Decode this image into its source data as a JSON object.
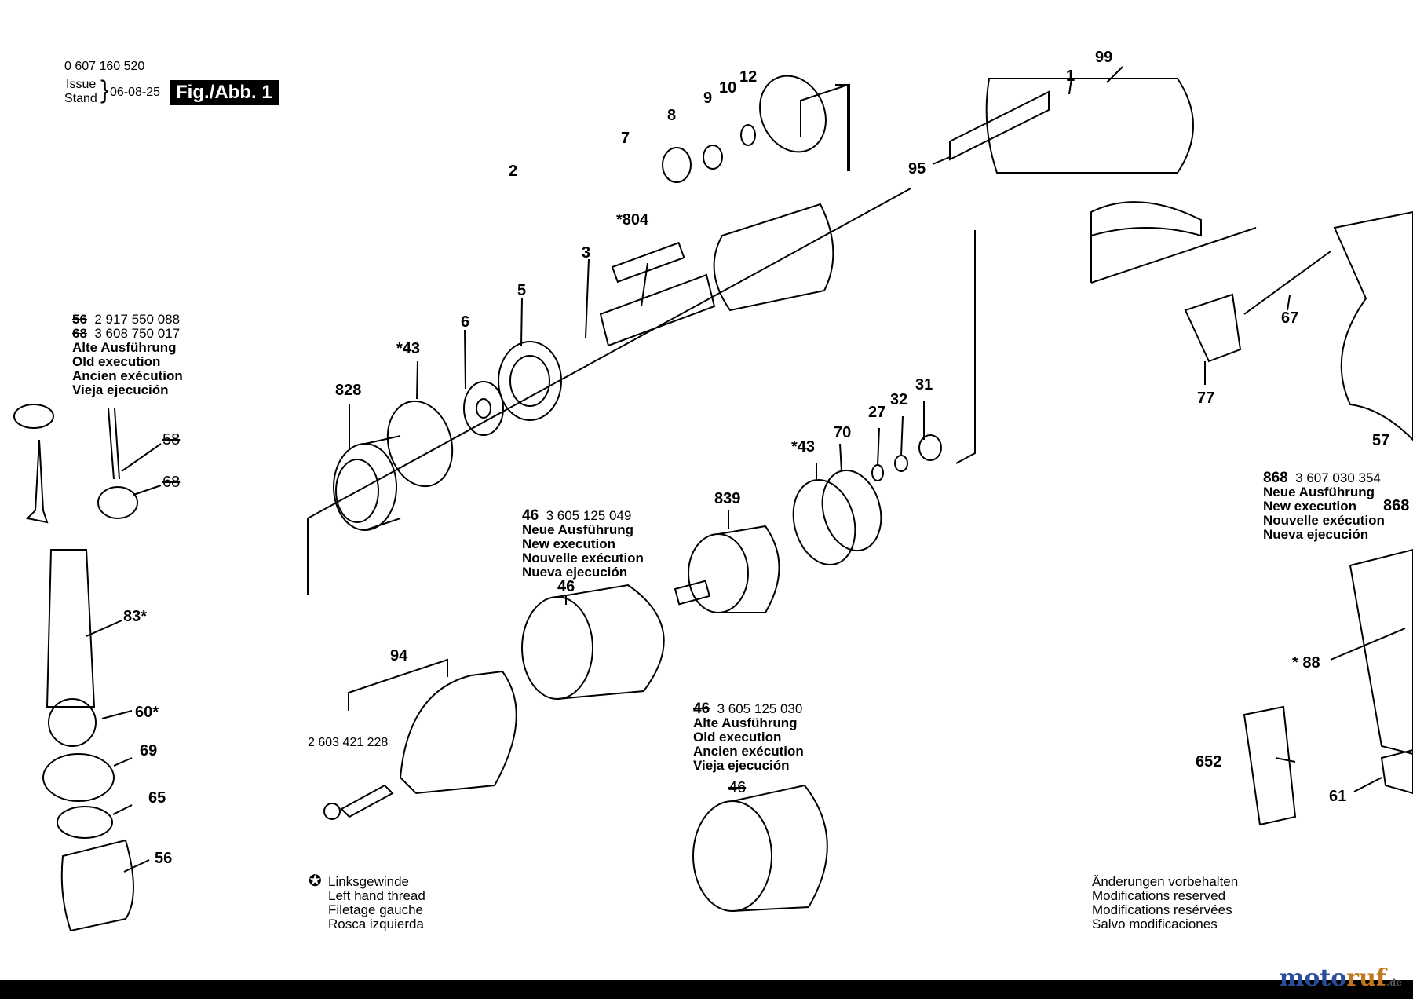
{
  "header": {
    "part_number": "0 607 160 520",
    "issue": "Issue",
    "stand": "Stand",
    "date": "06-08-25",
    "figure_label": "Fig./Abb. 1"
  },
  "callouts": {
    "p99": "99",
    "p1": "1",
    "p12": "12",
    "p10": "10",
    "p9": "9",
    "p8": "8",
    "p7": "7",
    "p2": "2",
    "p95": "95",
    "p804": "*804",
    "p3": "3",
    "p5": "5",
    "p6": "6",
    "p43a": "*43",
    "p828": "828",
    "p67": "67",
    "p77": "77",
    "p57": "57",
    "p31": "31",
    "p32": "32",
    "p27": "27",
    "p70": "70",
    "p43b": "*43",
    "p839": "839",
    "p46": "46",
    "p94": "94",
    "p83": "83*",
    "p60": "60*",
    "p69": "69",
    "p65": "65",
    "p56": "56",
    "p58": "58",
    "p68": "68",
    "p88": "* 88",
    "p652": "652",
    "p61": "61",
    "p868b": "868"
  },
  "note_56_68": {
    "line1_num": "56",
    "line1_code": "2 917 550 088",
    "line2_num": "68",
    "line2_code": "3 608 750 017",
    "lines": [
      "Alte Ausführung",
      "Old execution",
      "Ancien exécution",
      "Vieja ejecución"
    ]
  },
  "note_46_new": {
    "num": "46",
    "code": "3 605 125 049",
    "lines": [
      "Neue Ausführung",
      "New execution",
      "Nouvelle exécution",
      "Nueva ejecución"
    ]
  },
  "note_46_old": {
    "num": "46",
    "code": "3 605 125 030",
    "lines": [
      "Alte Ausführung",
      "Old execution",
      "Ancien exécution",
      "Vieja ejecución"
    ]
  },
  "note_868": {
    "num": "868",
    "code": "3 607 030 354",
    "lines": [
      "Neue Ausführung",
      "New execution",
      "Nouvelle exécution",
      "Nueva ejecución"
    ]
  },
  "screw_code": "2 603 421 228",
  "left_hand_thread": [
    "Linksgewinde",
    "Left hand thread",
    "Filetage gauche",
    "Rosca izquierda"
  ],
  "modifications": [
    "Änderungen vorbehalten",
    "Modifications reserved",
    "Modifications resérvées",
    "Salvo modificaciones"
  ],
  "watermark": {
    "part1": "moto",
    "part2": "ruf",
    "suffix": ".de"
  },
  "colors": {
    "ink": "#000000",
    "watermark_blue": "#2a4d9c",
    "watermark_orange": "#c2761e"
  }
}
